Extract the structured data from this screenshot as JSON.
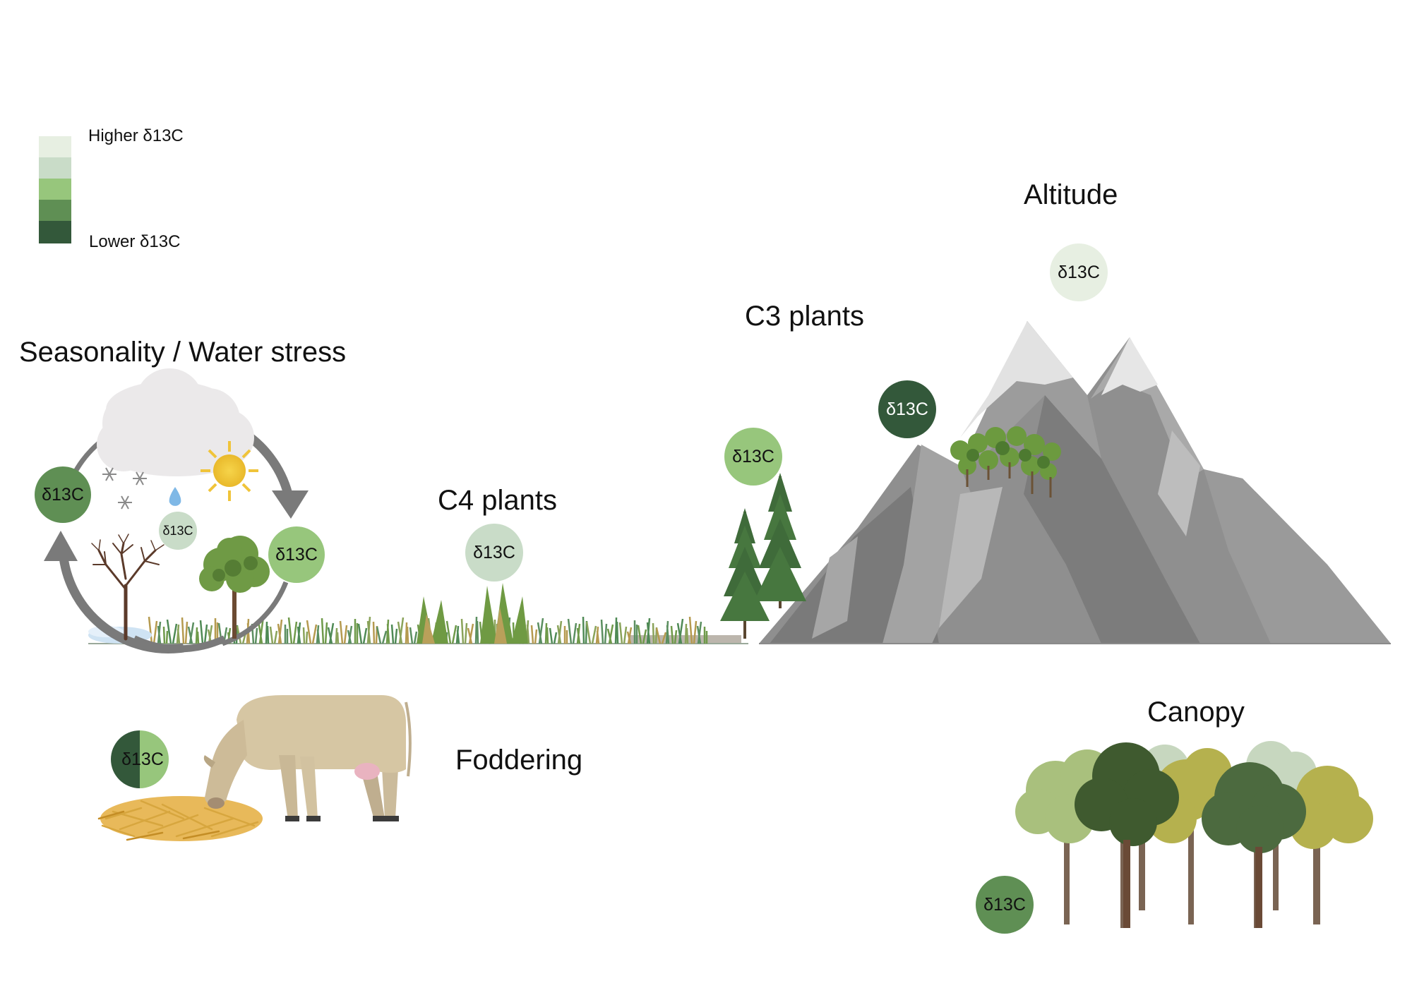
{
  "legend": {
    "higher_label": "Higher δ13C",
    "lower_label": "Lower δ13C",
    "swatches": [
      "#e7efe2",
      "#c9dcc8",
      "#97c67c",
      "#5f8f54",
      "#33583a"
    ]
  },
  "labels": {
    "seasonality": "Seasonality / Water stress",
    "c4_plants": "C4 plants",
    "c3_plants": "C3 plants",
    "altitude": "Altitude",
    "foddering": "Foddering",
    "canopy": "Canopy"
  },
  "badges": {
    "seasonality_dry": {
      "text": "δ13C",
      "color": "#5f8f54",
      "text_color": "#111111"
    },
    "seasonality_snow": {
      "text": "δ13C",
      "color": "#c9dcc8",
      "text_color": "#111111"
    },
    "seasonality_wet": {
      "text": "δ13C",
      "color": "#97c67c",
      "text_color": "#111111"
    },
    "c4": {
      "text": "δ13C",
      "color": "#c9dcc8",
      "text_color": "#111111"
    },
    "c3": {
      "text": "δ13C",
      "color": "#97c67c",
      "text_color": "#111111"
    },
    "mountain_forest": {
      "text": "δ13C",
      "color": "#33583a",
      "text_color": "#ffffff"
    },
    "altitude": {
      "text": "δ13C",
      "color": "#e7efe2",
      "text_color": "#111111"
    },
    "foddering": {
      "text": "δ13C",
      "color_left": "#33583a",
      "color_right": "#97c67c",
      "text_color": "#111111"
    },
    "canopy": {
      "text": "δ13C",
      "color": "#5f8f54",
      "text_color": "#111111"
    }
  },
  "icons": {
    "cycle_arrows": "cycle-arrows-icon",
    "cloud": "cloud-icon",
    "sun": "sun-icon",
    "snowflake": "snowflake-icon",
    "water_drop": "water-drop-icon",
    "bare_tree": "bare-tree-icon",
    "leafy_tree": "leafy-tree-icon",
    "grass": "grass-icon",
    "conifer": "conifer-icon",
    "mountain": "mountain-icon",
    "cow": "cow-icon",
    "hay": "hay-icon",
    "canopy_trees": "canopy-trees-icon"
  }
}
